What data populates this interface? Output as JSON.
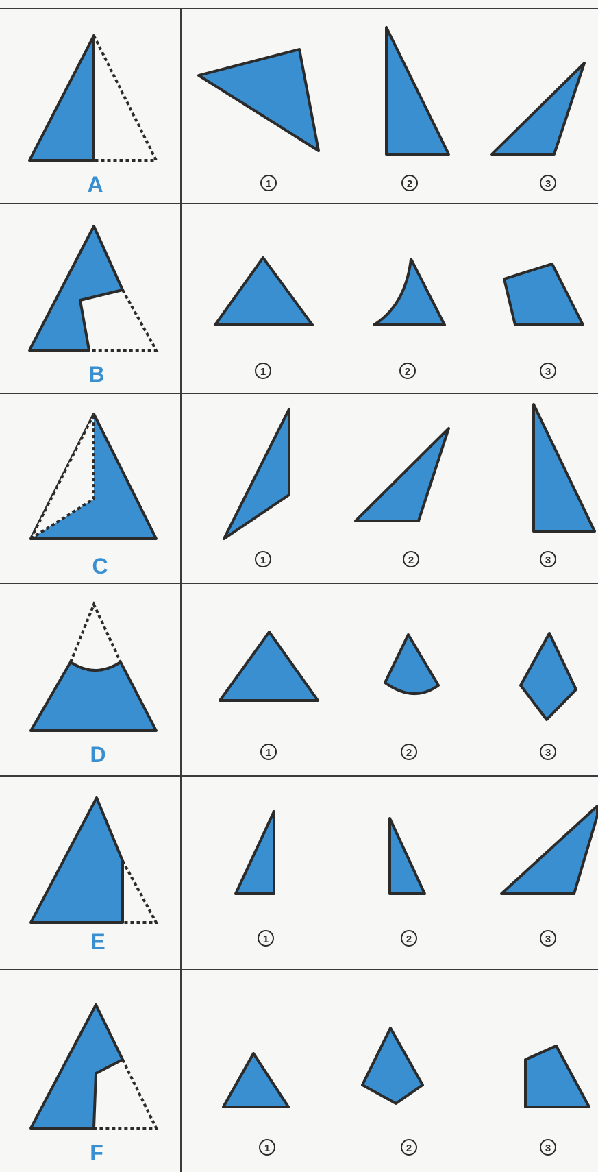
{
  "worksheet": {
    "colors": {
      "shape_fill": "#3a8fd0",
      "outline": "#2b2b2b",
      "row_letter": "#3a8fd0",
      "grid_line": "#3a3a3a",
      "background": "#f7f7f5"
    },
    "option_markers": [
      "①",
      "②",
      "③"
    ],
    "rows": [
      {
        "letter": "A",
        "options": [
          "1",
          "2",
          "3"
        ]
      },
      {
        "letter": "B",
        "options": [
          "1",
          "2",
          "3"
        ]
      },
      {
        "letter": "C",
        "options": [
          "1",
          "2",
          "3"
        ]
      },
      {
        "letter": "D",
        "options": [
          "1",
          "2",
          "3"
        ]
      },
      {
        "letter": "E",
        "options": [
          "1",
          "2",
          "3"
        ]
      },
      {
        "letter": "F",
        "options": [
          "1",
          "2",
          "3"
        ]
      }
    ]
  }
}
